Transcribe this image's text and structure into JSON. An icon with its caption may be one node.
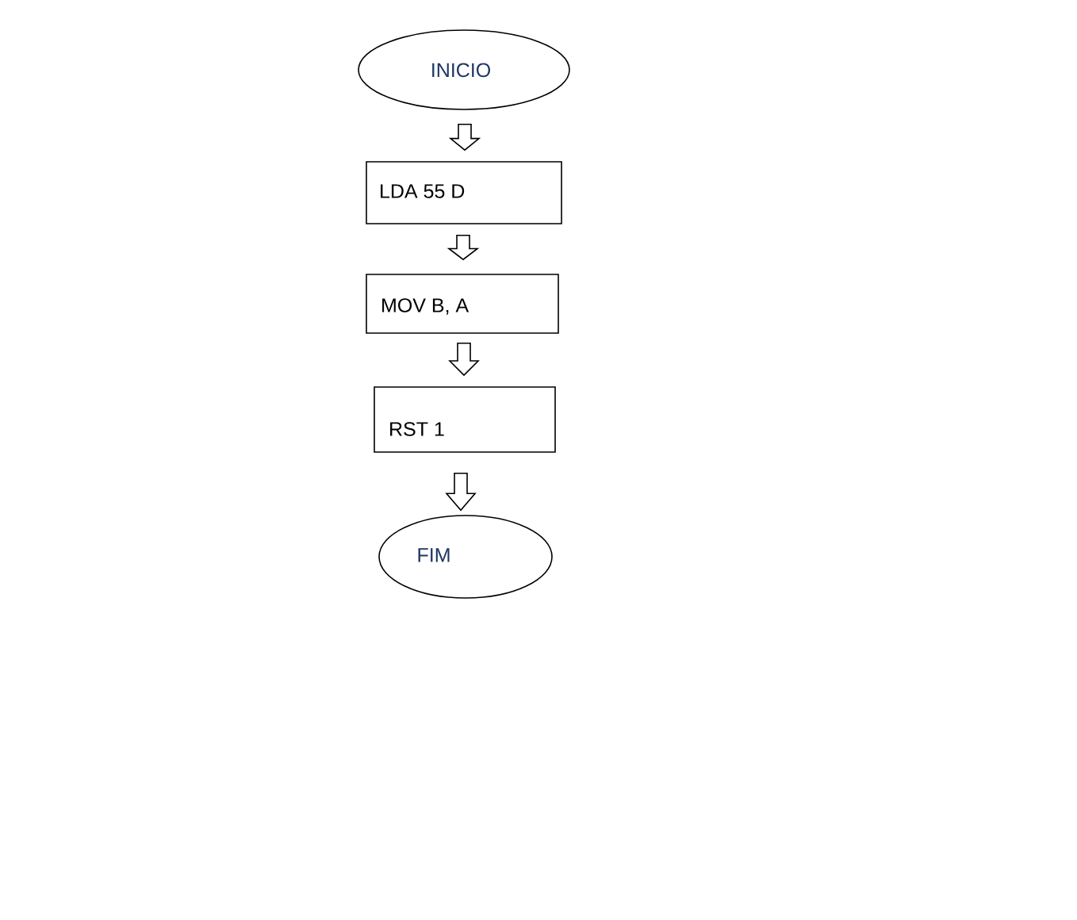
{
  "diagram": {
    "nodes": [
      {
        "text": [
          "INICIO"
        ]
      },
      {
        "text": [
          "LDA 55 D"
        ]
      },
      {
        "text": [
          "MOV B, A"
        ]
      },
      {
        "text": [
          "RST 1"
        ]
      },
      {
        "text": [
          "FIM"
        ]
      }
    ],
    "edges": [
      {
        "from": 0,
        "to": 1,
        "arrow": "to"
      },
      {
        "from": 1,
        "to": 2,
        "arrow": "to"
      },
      {
        "from": 2,
        "to": 3,
        "arrow": "to"
      },
      {
        "from": 3,
        "to": 4,
        "arrow": "to"
      }
    ]
  }
}
